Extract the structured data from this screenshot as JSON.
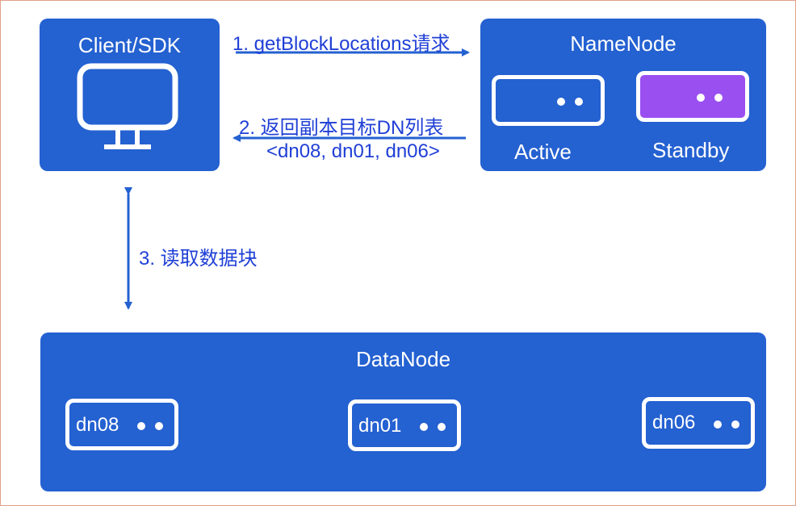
{
  "client": {
    "title": "Client/SDK",
    "icon": "monitor-icon"
  },
  "namenode": {
    "title": "NameNode",
    "active_label": "Active",
    "standby_label": "Standby"
  },
  "datanode": {
    "title": "DataNode",
    "nodes": [
      "dn08",
      "dn01",
      "dn06"
    ]
  },
  "steps": {
    "step1": "1. getBlockLocations请求",
    "step2": "2. 返回副本目标DN列表",
    "step2_list": "<dn08, dn01, dn06>",
    "step3": "3. 读取数据块"
  },
  "colors": {
    "panel": "#2461d1",
    "standby": "#9a4ff0",
    "text_annot": "#1f3fd6",
    "arrow": "#2461d1"
  }
}
